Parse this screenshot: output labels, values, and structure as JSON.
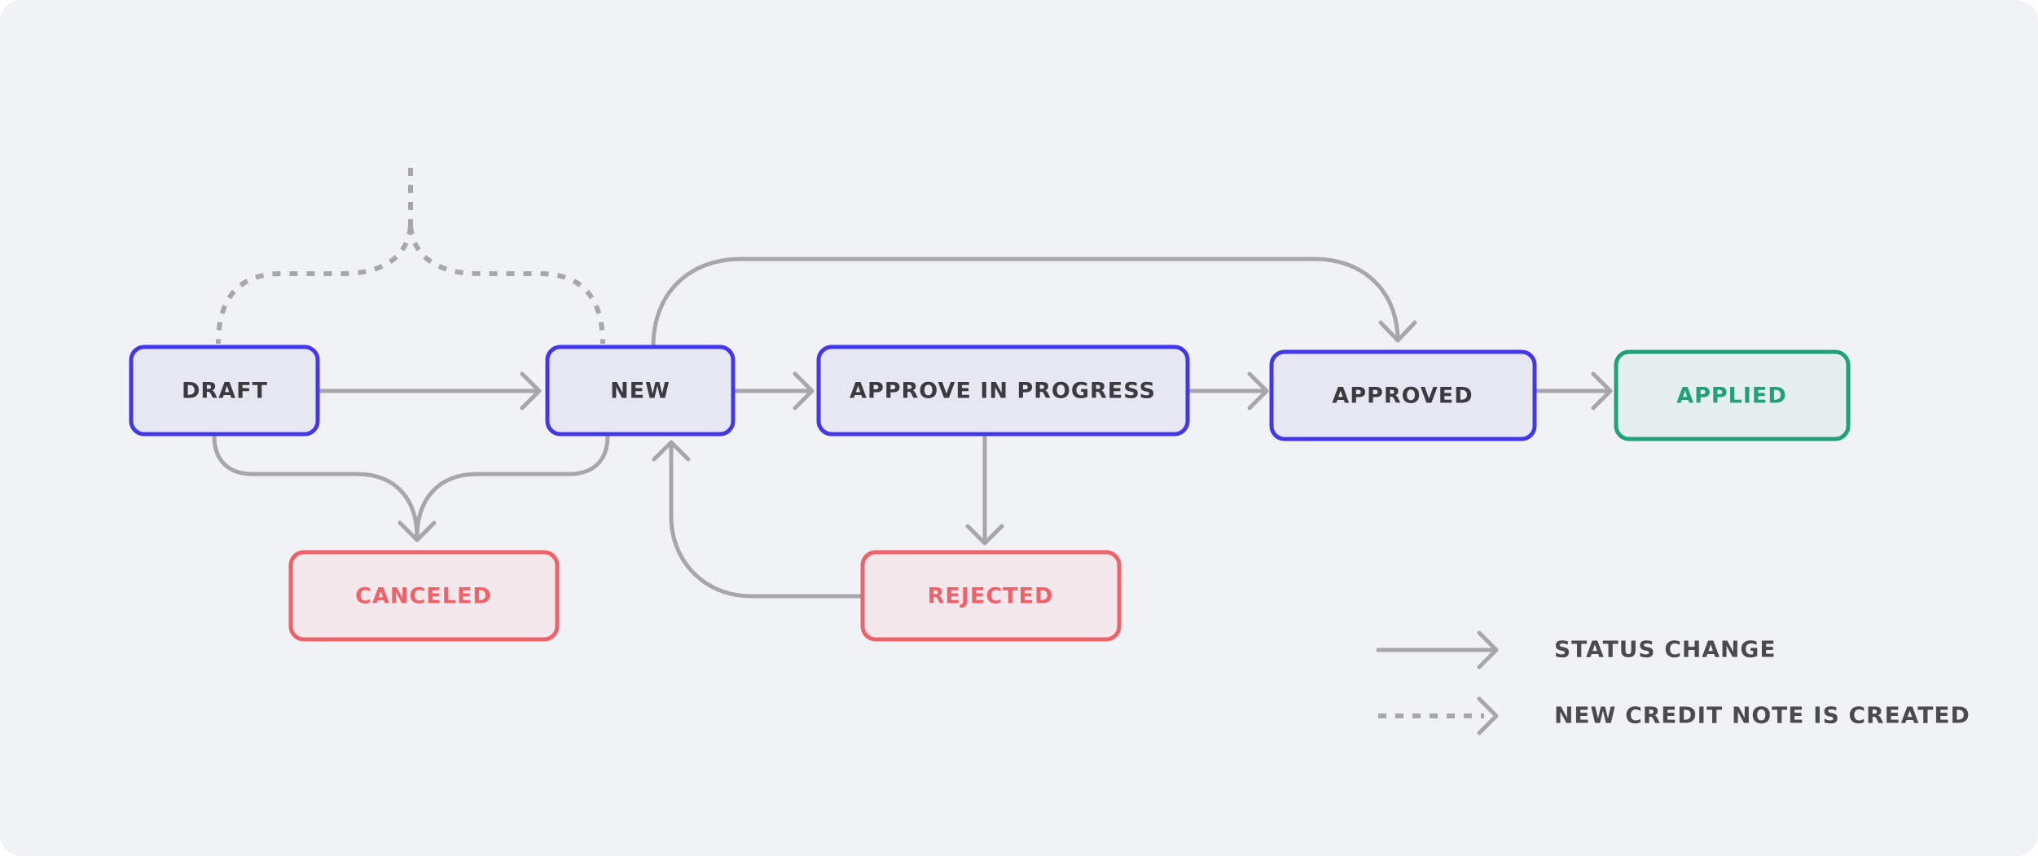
{
  "colors": {
    "background": "#f1f2f6",
    "arrow": "#a7a7ab",
    "primary_border": "#4338e8",
    "primary_fill": "#e7e7f3",
    "primary_text": "#3a3a3f",
    "error_border": "#f0626a",
    "error_fill": "#f5e8ec",
    "error_text": "#f0626a",
    "success_border": "#21a07a",
    "success_fill": "#e6efef",
    "success_text": "#21a07a",
    "legend_text": "#4a4a4f"
  },
  "nodes": {
    "draft": "DRAFT",
    "new": "NEW",
    "approve_in_progress": "APPROVE IN PROGRESS",
    "approved": "APPROVED",
    "applied": "APPLIED",
    "canceled": "CANCELED",
    "rejected": "REJECTED"
  },
  "legend": {
    "status_change": "STATUS CHANGE",
    "new_credit_note": "NEW CREDIT NOTE IS CREATED"
  }
}
